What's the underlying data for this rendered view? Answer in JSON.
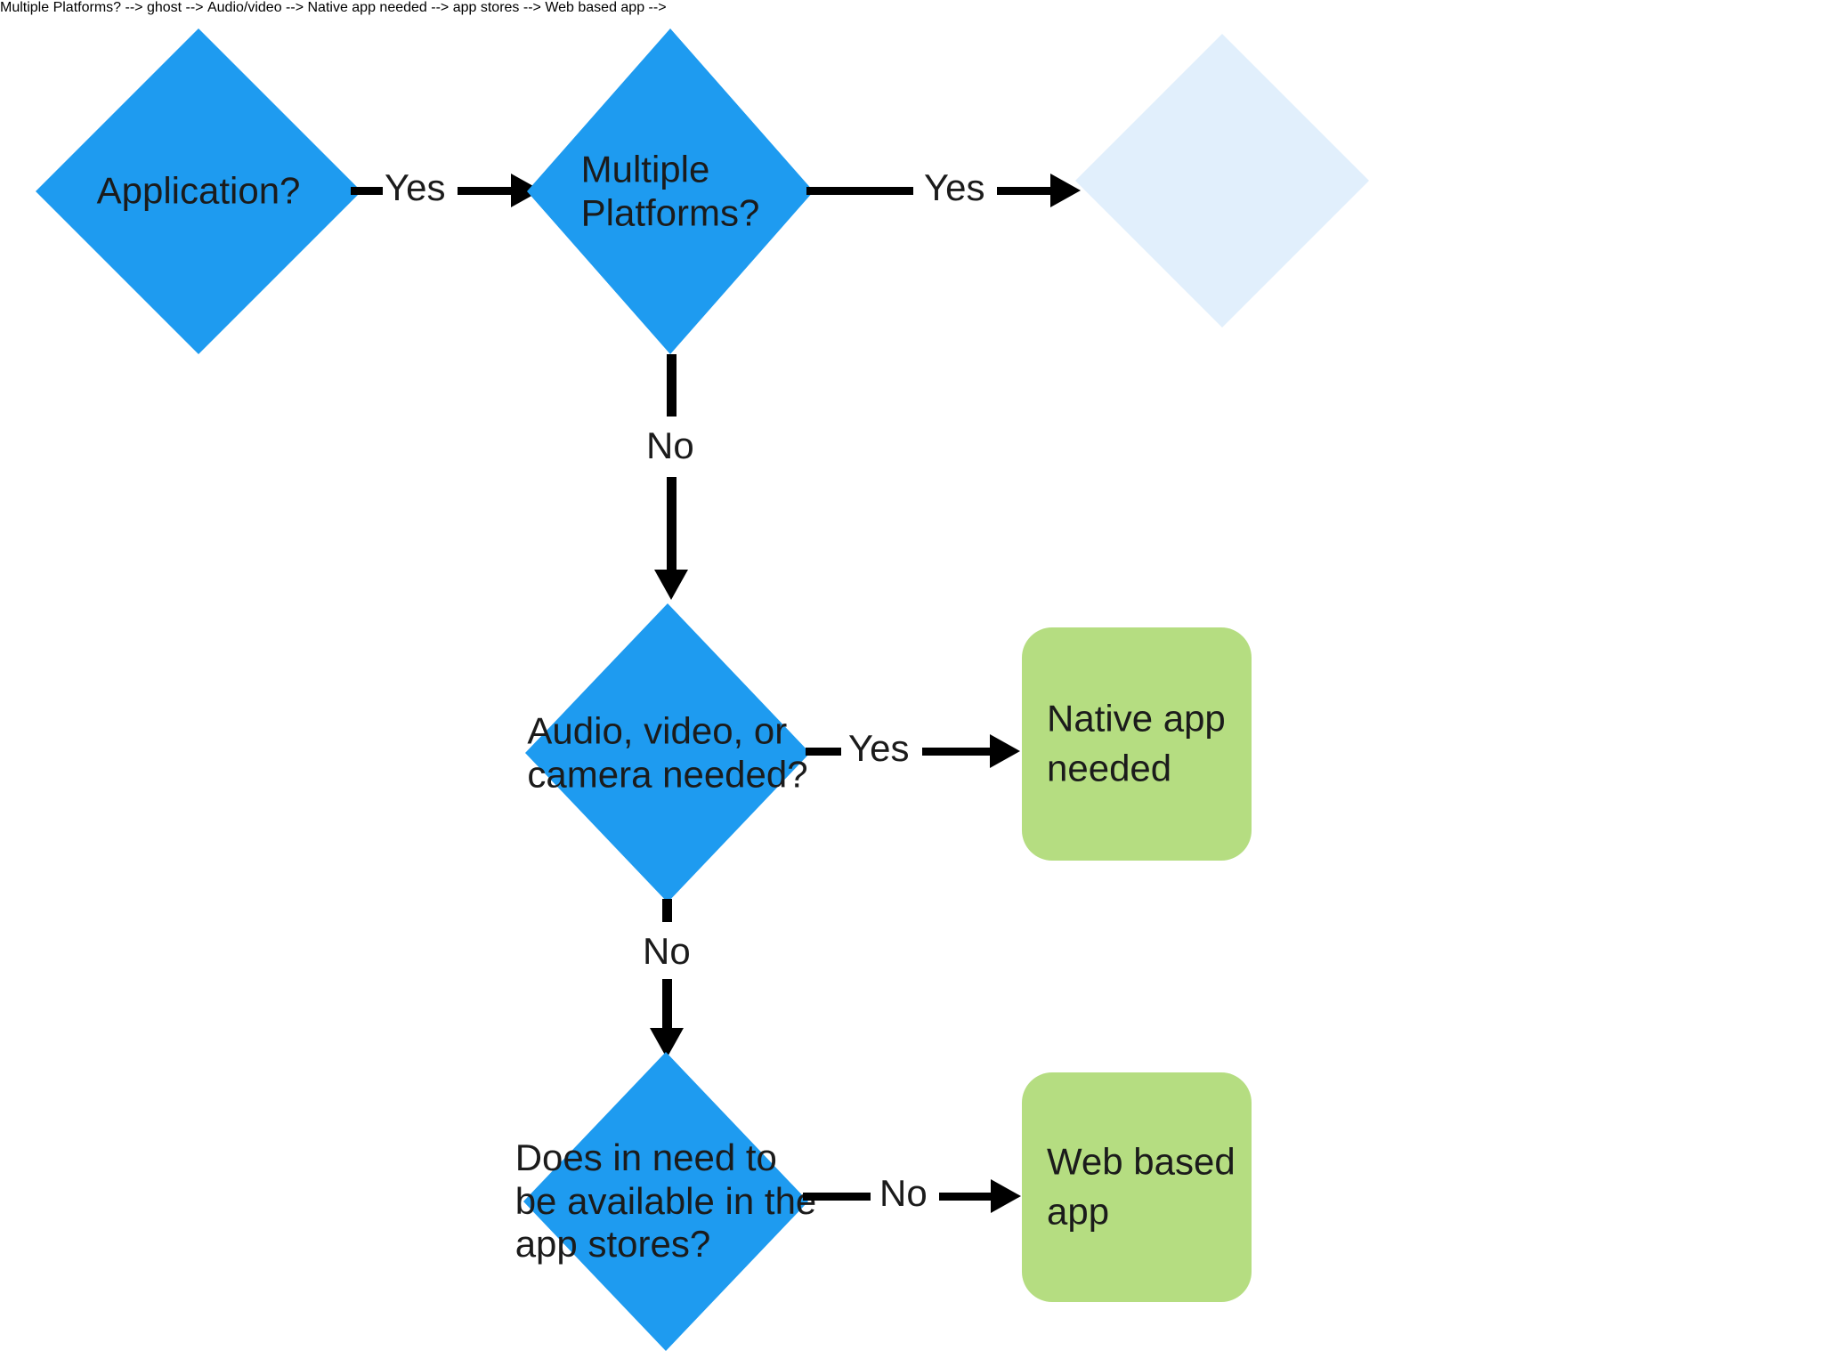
{
  "diagram": {
    "type": "flowchart",
    "title": "Native app vs web based app decision flowchart",
    "colors": {
      "decision_fill": "#1e9bf0",
      "decision_ghost_fill": "#e1effc",
      "terminal_fill": "#b5dd81",
      "edge_stroke": "#000000",
      "text": "#1b1b1b",
      "background": "#ffffff"
    },
    "nodes": [
      {
        "id": "application",
        "shape": "diamond",
        "lines": [
          "Application?"
        ]
      },
      {
        "id": "multiple-platforms",
        "shape": "diamond",
        "lines": [
          "Multiple",
          "Platforms?"
        ]
      },
      {
        "id": "ghost-node",
        "shape": "diamond",
        "lines": []
      },
      {
        "id": "audio-video",
        "shape": "diamond",
        "lines": [
          "Audio, video, or",
          "camera needed?"
        ]
      },
      {
        "id": "native-app",
        "shape": "rounded-rect",
        "lines": [
          "Native app",
          "needed"
        ]
      },
      {
        "id": "app-stores",
        "shape": "diamond",
        "lines": [
          "Does in need to",
          "be available in the",
          "app stores?"
        ]
      },
      {
        "id": "web-app",
        "shape": "rounded-rect",
        "lines": [
          "Web based",
          "app"
        ]
      }
    ],
    "edges": [
      {
        "id": "application-to-multiple-platforms",
        "label": "Yes",
        "from": "application",
        "to": "multiple-platforms",
        "direction": "right"
      },
      {
        "id": "multiple-platforms-to-ghost",
        "label": "Yes",
        "from": "multiple-platforms",
        "to": "ghost-node",
        "direction": "right"
      },
      {
        "id": "multiple-platforms-to-audio-video",
        "label": "No",
        "from": "multiple-platforms",
        "to": "audio-video",
        "direction": "down"
      },
      {
        "id": "audio-video-to-native-app",
        "label": "Yes",
        "from": "audio-video",
        "to": "native-app",
        "direction": "right"
      },
      {
        "id": "audio-video-to-app-stores",
        "label": "No",
        "from": "audio-video",
        "to": "app-stores",
        "direction": "down"
      },
      {
        "id": "app-stores-to-web-app",
        "label": "No",
        "from": "app-stores",
        "to": "web-app",
        "direction": "right"
      }
    ]
  },
  "labels": {
    "application": "Application?",
    "multiple_platforms_line1": "Multiple",
    "multiple_platforms_line2": "Platforms?",
    "audio_video_line1": "Audio, video, or",
    "audio_video_line2": "camera needed?",
    "native_app_line1": "Native app",
    "native_app_line2": "needed",
    "app_stores_line1": "Does in need to",
    "app_stores_line2": "be available in the",
    "app_stores_line3": "app stores?",
    "web_app_line1": "Web based",
    "web_app_line2": "app",
    "yes_1": "Yes",
    "yes_2": "Yes",
    "yes_3": "Yes",
    "no_1": "No",
    "no_2": "No",
    "no_3": "No"
  }
}
